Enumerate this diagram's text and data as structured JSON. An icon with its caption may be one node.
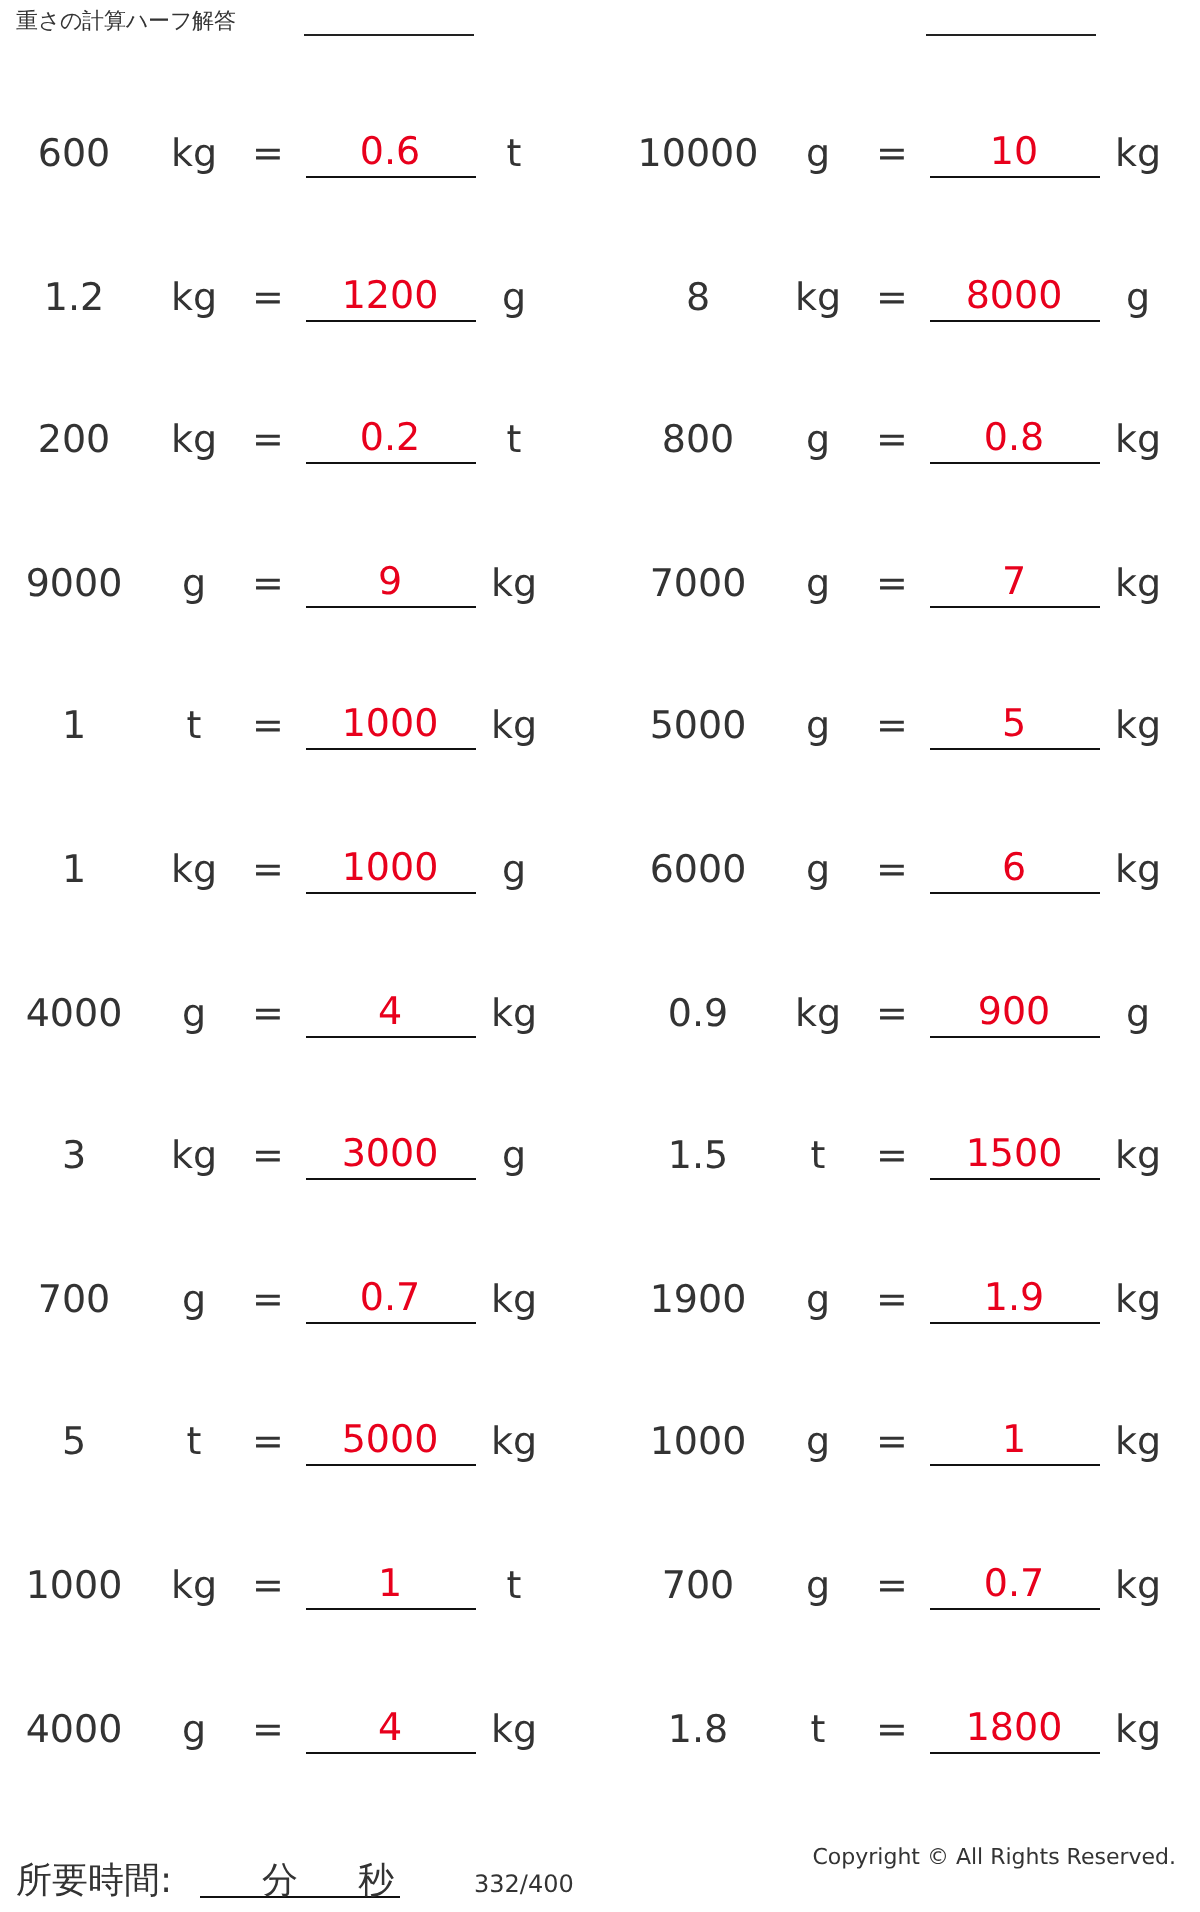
{
  "diagram": {
    "title": "重さの計算ハーフ解答",
    "labels": [
      "600",
      "kg",
      "=",
      "0.6",
      "t",
      "10000",
      "g",
      "=",
      "10",
      "kg",
      "1.2",
      "kg",
      "=",
      "1200",
      "g",
      "8",
      "kg",
      "=",
      "8000",
      "g",
      "200",
      "kg",
      "=",
      "0.2",
      "t",
      "800",
      "g",
      "=",
      "0.8",
      "kg",
      "9000",
      "g",
      "=",
      "9",
      "kg",
      "7000",
      "g",
      "=",
      "7",
      "kg",
      "1",
      "t",
      "=",
      "1000",
      "kg",
      "5000",
      "g",
      "=",
      "5",
      "kg",
      "1",
      "kg",
      "=",
      "1000",
      "g",
      "6000",
      "g",
      "=",
      "6",
      "kg",
      "4000",
      "g",
      "=",
      "4",
      "kg",
      "0.9",
      "kg",
      "=",
      "900",
      "g",
      "3",
      "kg",
      "=",
      "3000",
      "g",
      "1.5",
      "t",
      "=",
      "1500",
      "kg",
      "700",
      "g",
      "=",
      "0.7",
      "kg",
      "1900",
      "g",
      "=",
      "1.9",
      "kg",
      "5",
      "t",
      "=",
      "5000",
      "kg",
      "1000",
      "g",
      "=",
      "1",
      "kg",
      "1000",
      "kg",
      "=",
      "1",
      "t",
      "700",
      "g",
      "=",
      "0.7",
      "kg",
      "4000",
      "g",
      "=",
      "4",
      "kg",
      "1.8",
      "t",
      "=",
      "1800",
      "kg",
      "所要時間:",
      "分",
      "秒",
      "332/400",
      "Copyright © All Rights Reserved."
    ]
  }
}
